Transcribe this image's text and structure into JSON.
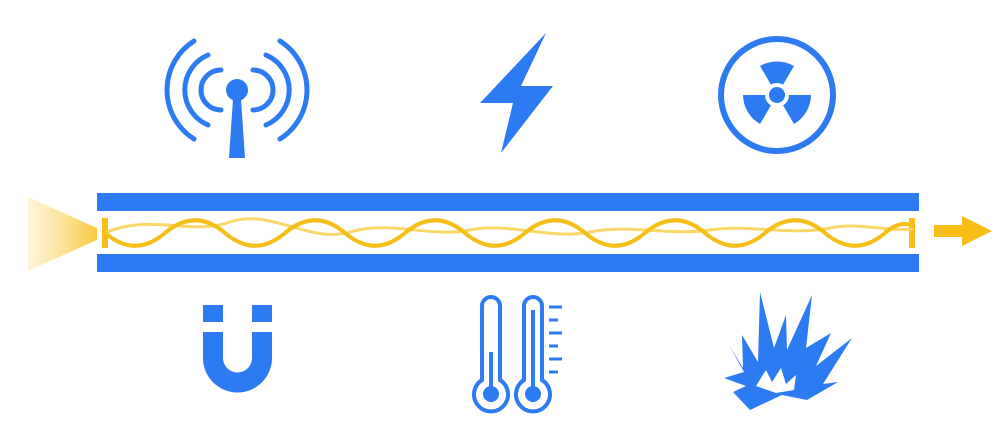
{
  "colors": {
    "primary_blue": "#2C7BF2",
    "signal_yellow": "#F6BE16",
    "signal_yellow_light": "#FBD76A",
    "background": "#FFFFFF"
  },
  "icons": {
    "top": [
      "radio-antenna-icon",
      "lightning-icon",
      "radiation-icon"
    ],
    "bottom": [
      "magnet-icon",
      "thermometers-icon",
      "explosion-icon"
    ]
  },
  "fiber": {
    "components": [
      "light-source-cone",
      "fiber-cladding",
      "fiber-core",
      "light-wave",
      "output-arrow-icon"
    ]
  }
}
